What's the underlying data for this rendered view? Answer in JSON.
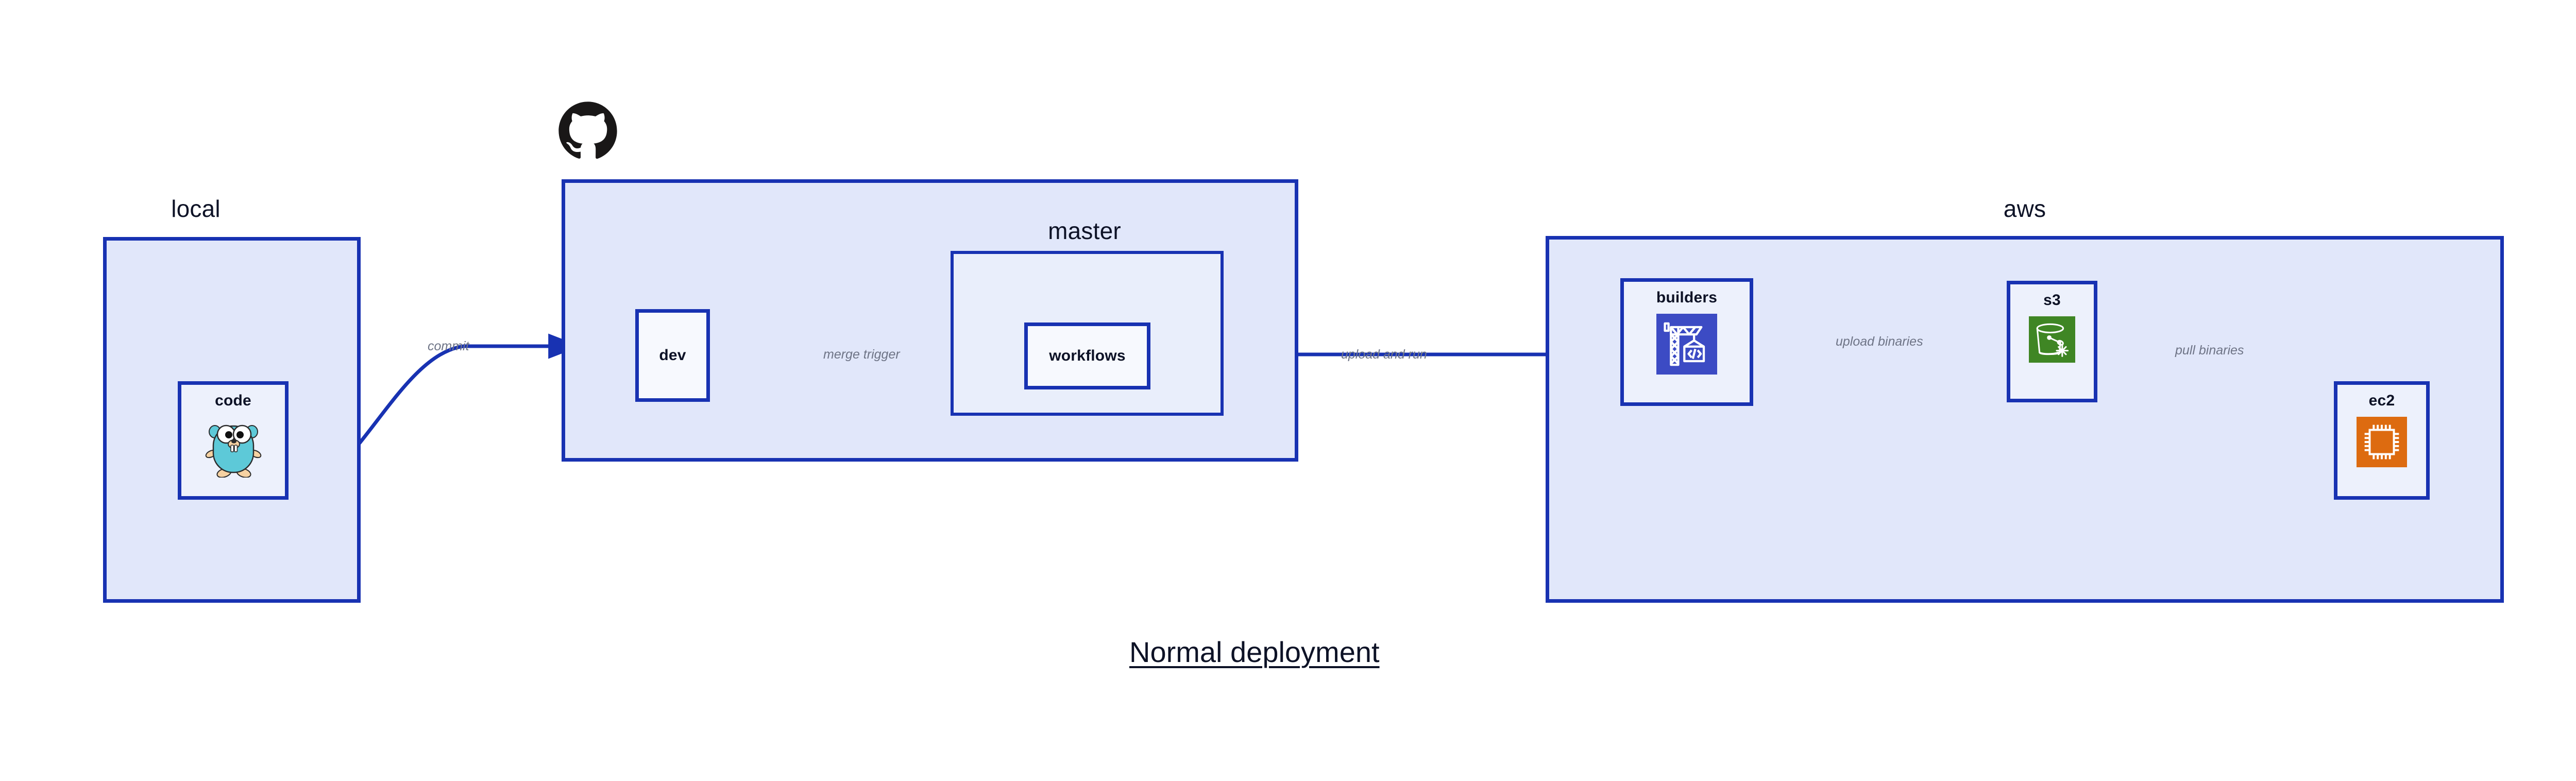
{
  "diagram": {
    "title": "Normal deployment",
    "accent_border": "#1832B2",
    "group_fill": "#E1E7FA",
    "node_fill": "#EDF1FC",
    "edge_label_color": "#6E7486",
    "text_color": "#0D1226",
    "background": "#FFFFFF"
  },
  "groups": [
    {
      "id": "local",
      "label": "local",
      "label_align": "center"
    },
    {
      "id": "github",
      "label": "github",
      "label_align": "right"
    },
    {
      "id": "master",
      "label": "master",
      "label_align": "center"
    },
    {
      "id": "aws",
      "label": "aws",
      "label_align": "center"
    }
  ],
  "nodes": [
    {
      "id": "code",
      "label": "code",
      "icon": "go-gopher-icon",
      "group": "local"
    },
    {
      "id": "dev",
      "label": "dev",
      "icon": null,
      "group": "github"
    },
    {
      "id": "workflows",
      "label": "workflows",
      "icon": null,
      "group": "master"
    },
    {
      "id": "builders",
      "label": "builders",
      "icon": "aws-codebuild-icon",
      "icon_color": "#3C4BC4",
      "group": "aws"
    },
    {
      "id": "s3",
      "label": "s3",
      "icon": "aws-s3-glacier-icon",
      "icon_color": "#3F8624",
      "group": "aws"
    },
    {
      "id": "ec2",
      "label": "ec2",
      "icon": "aws-ec2-icon",
      "icon_color": "#DD6B10",
      "group": "aws"
    }
  ],
  "edges": [
    {
      "id": "code-to-dev",
      "label": "commit",
      "from": "code",
      "to": "dev"
    },
    {
      "id": "dev-to-workflows",
      "label": "merge trigger",
      "from": "dev",
      "to": "workflows"
    },
    {
      "id": "workflows-to-builders",
      "label": "upload and run",
      "from": "workflows",
      "to": "builders"
    },
    {
      "id": "builders-to-s3",
      "label": "upload binaries",
      "from": "builders",
      "to": "s3"
    },
    {
      "id": "s3-to-ec2",
      "label": "pull binaries",
      "from": "s3",
      "to": "ec2"
    }
  ],
  "logos": [
    {
      "id": "github-octocat",
      "name": "github-octocat-icon",
      "color": "#191717"
    }
  ]
}
